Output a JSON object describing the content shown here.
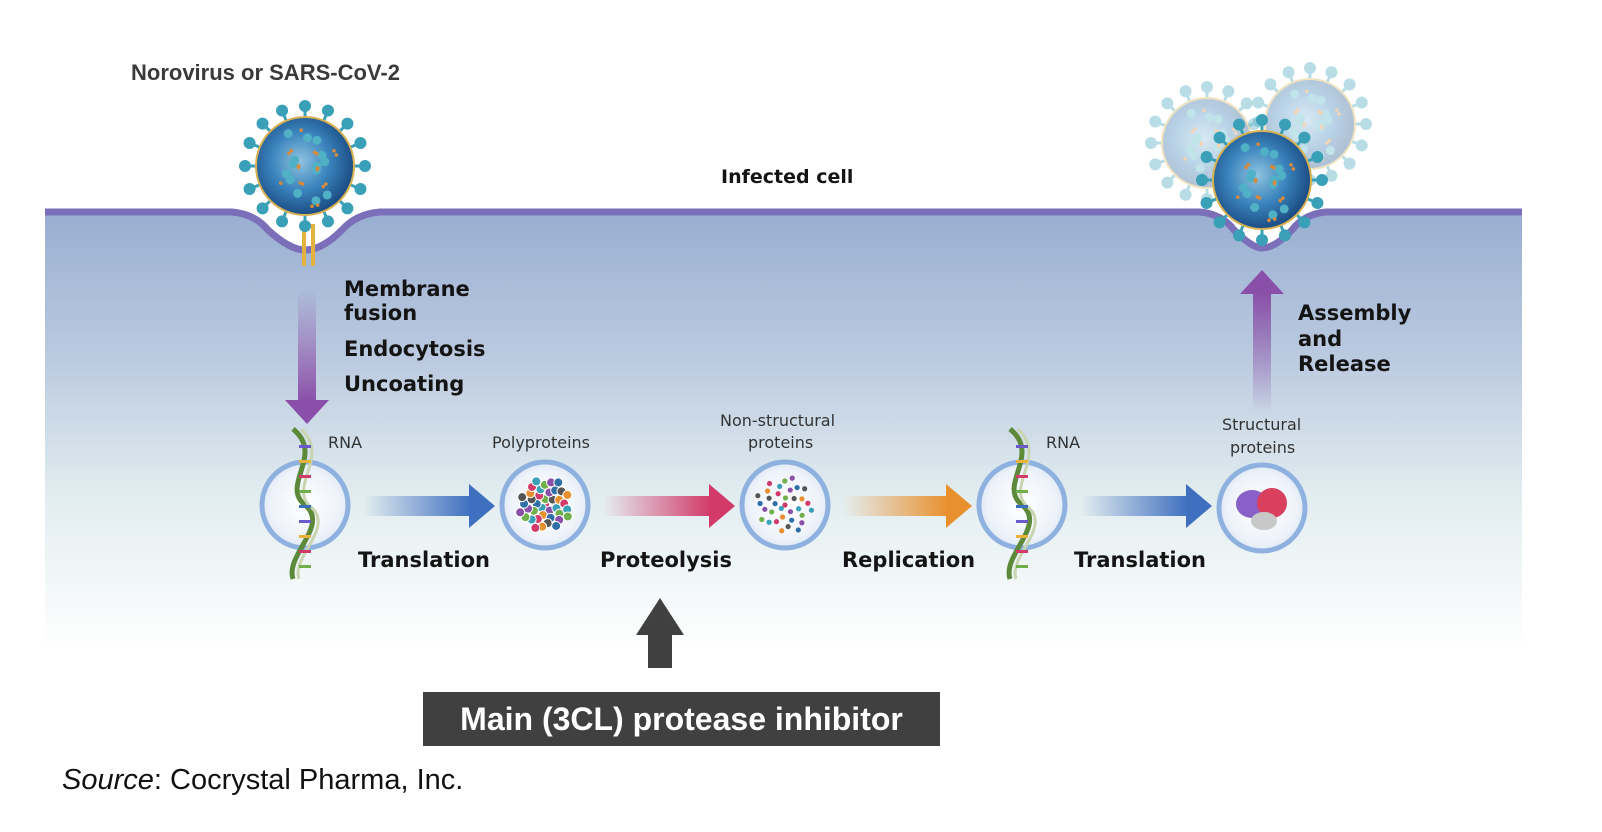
{
  "title": "Norovirus or SARS-CoV-2",
  "cell_label": "Infected cell",
  "entry_steps": [
    "Membrane",
    "fusion",
    "Endocytosis",
    "Uncoating"
  ],
  "assembly_steps": [
    "Assembly",
    "and",
    "Release"
  ],
  "nodes": [
    {
      "id": "rna-1",
      "label_lines": [
        "RNA"
      ],
      "type": "rna"
    },
    {
      "id": "polyproteins",
      "label_lines": [
        "Polyproteins"
      ],
      "type": "cluster-dense"
    },
    {
      "id": "non-structural-proteins",
      "label_lines": [
        "Non-structural",
        "proteins"
      ],
      "type": "cluster-sparse"
    },
    {
      "id": "rna-2",
      "label_lines": [
        "RNA"
      ],
      "type": "rna"
    },
    {
      "id": "structural-proteins",
      "label_lines": [
        "Structural",
        "proteins"
      ],
      "type": "protein-complex"
    }
  ],
  "edges": [
    {
      "from": "rna-1",
      "to": "polyproteins",
      "label": "Translation",
      "color": "#3f6fbf"
    },
    {
      "from": "polyproteins",
      "to": "non-structural-proteins",
      "label": "Proteolysis",
      "color": "#d23a6a"
    },
    {
      "from": "non-structural-proteins",
      "to": "rna-2",
      "label": "Replication",
      "color": "#e8902e"
    },
    {
      "from": "rna-2",
      "to": "structural-proteins",
      "label": "Translation",
      "color": "#3f6fbf"
    }
  ],
  "inhibitor": {
    "label": "Main (3CL) protease inhibitor",
    "target_step": "Proteolysis"
  },
  "source": {
    "prefix": "Source",
    "text": ": Cocrystal Pharma, Inc."
  },
  "colors": {
    "membrane": "#7a6fb8",
    "cell_top": "#9ab0d2",
    "cell_bottom": "#ffffff",
    "entry_arrow": "#8a4fa8",
    "virus_core": "#2e6fa8",
    "virus_spike": "#3aa0b8",
    "inhibitor_box": "#404040"
  }
}
